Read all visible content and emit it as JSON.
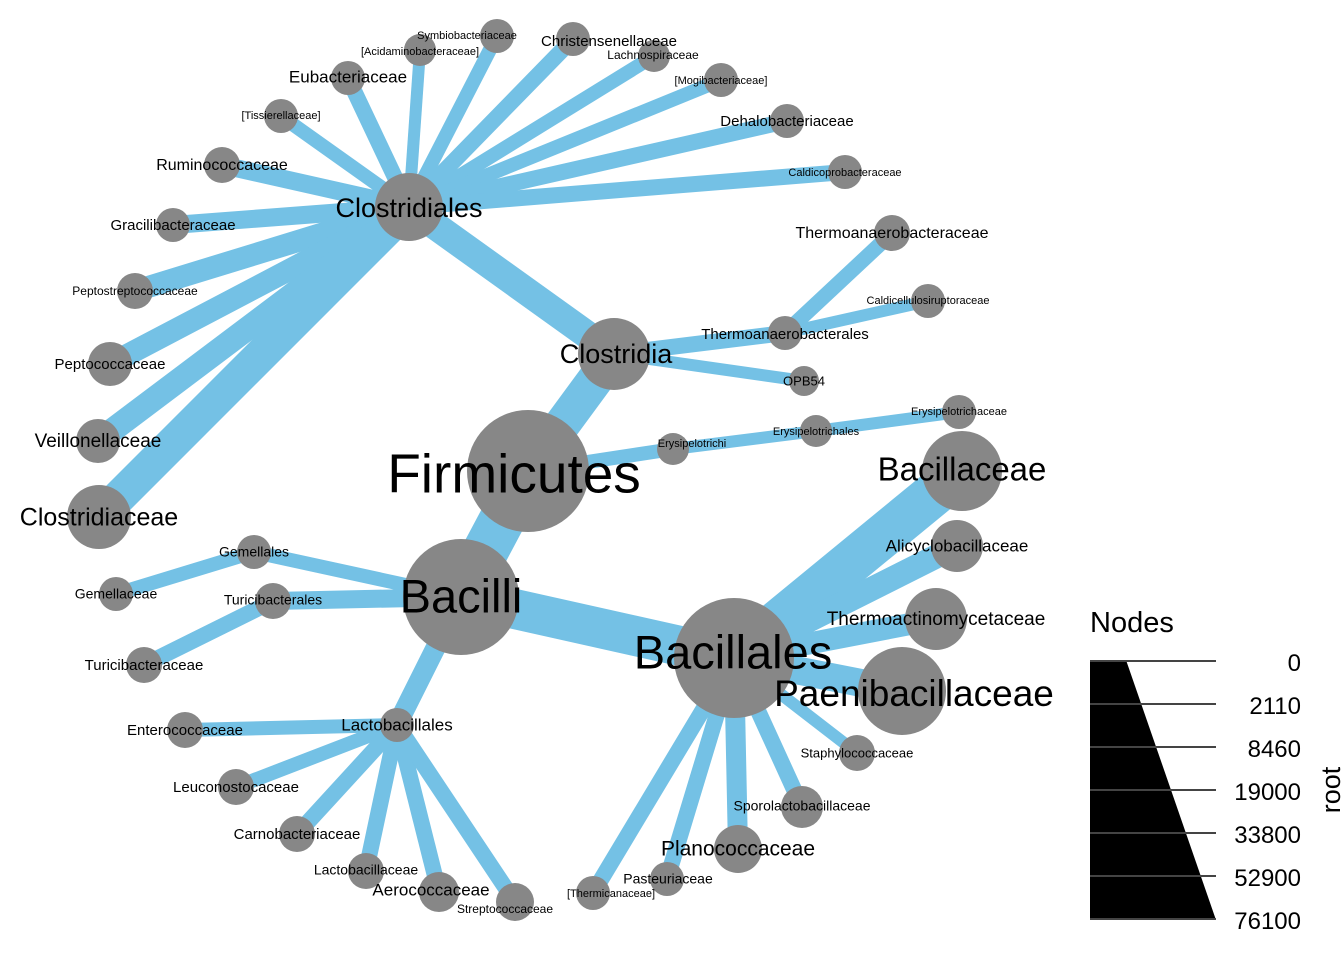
{
  "colors": {
    "edge": "#74c1e5",
    "node": "#878787",
    "text": "#000000",
    "legend_fill": "#000000",
    "legend_tick": "#444444"
  },
  "nodes": [
    {
      "id": "Firmicutes",
      "label": "Firmicutes"
    },
    {
      "id": "Clostridia",
      "label": "Clostridia"
    },
    {
      "id": "Bacilli",
      "label": "Bacilli"
    },
    {
      "id": "Erysipelotrichi",
      "label": "Erysipelotrichi"
    },
    {
      "id": "Clostridiales",
      "label": "Clostridiales"
    },
    {
      "id": "Thermoanaerobacterales",
      "label": "Thermoanaerobacterales"
    },
    {
      "id": "OPB54",
      "label": "OPB54"
    },
    {
      "id": "Erysipelotrichales",
      "label": "Erysipelotrichales"
    },
    {
      "id": "Erysipelotrichaceae",
      "label": "Erysipelotrichaceae"
    },
    {
      "id": "Thermoanaerobacteraceae",
      "label": "Thermoanaerobacteraceae"
    },
    {
      "id": "Caldicellulosiruptoraceae",
      "label": "Caldicellulosiruptoraceae"
    },
    {
      "id": "Eubacteriaceae",
      "label": "Eubacteriaceae"
    },
    {
      "id": "Acidaminobacteraceae",
      "label": "[Acidaminobacteraceae]"
    },
    {
      "id": "Symbiobacteriaceae",
      "label": "Symbiobacteriaceae"
    },
    {
      "id": "Christensenellaceae",
      "label": "Christensenellaceae"
    },
    {
      "id": "Lachnospiraceae",
      "label": "Lachnospiraceae"
    },
    {
      "id": "Mogibacteriaceae",
      "label": "[Mogibacteriaceae]"
    },
    {
      "id": "Dehalobacteriaceae",
      "label": "Dehalobacteriaceae"
    },
    {
      "id": "Caldicoprobacteraceae",
      "label": "Caldicoprobacteraceae"
    },
    {
      "id": "Tissierellaceae",
      "label": "[Tissierellaceae]"
    },
    {
      "id": "Ruminococcaceae",
      "label": "Ruminococcaceae"
    },
    {
      "id": "Gracilibacteraceae",
      "label": "Gracilibacteraceae"
    },
    {
      "id": "Peptostreptococcaceae",
      "label": "Peptostreptococcaceae"
    },
    {
      "id": "Peptococcaceae",
      "label": "Peptococcaceae"
    },
    {
      "id": "Veillonellaceae",
      "label": "Veillonellaceae"
    },
    {
      "id": "Clostridiaceae",
      "label": "Clostridiaceae"
    },
    {
      "id": "Gemellales",
      "label": "Gemellales"
    },
    {
      "id": "Gemellaceae",
      "label": "Gemellaceae"
    },
    {
      "id": "Turicibacterales",
      "label": "Turicibacterales"
    },
    {
      "id": "Turicibacteraceae",
      "label": "Turicibacteraceae"
    },
    {
      "id": "Lactobacillales",
      "label": "Lactobacillales"
    },
    {
      "id": "Enterococcaceae",
      "label": "Enterococcaceae"
    },
    {
      "id": "Leuconostocaceae",
      "label": "Leuconostocaceae"
    },
    {
      "id": "Carnobacteriaceae",
      "label": "Carnobacteriaceae"
    },
    {
      "id": "Lactobacillaceae",
      "label": "Lactobacillaceae"
    },
    {
      "id": "Aerococcaceae",
      "label": "Aerococcaceae"
    },
    {
      "id": "Streptococcaceae",
      "label": "Streptococcaceae"
    },
    {
      "id": "Bacillales",
      "label": "Bacillales"
    },
    {
      "id": "Bacillaceae",
      "label": "Bacillaceae"
    },
    {
      "id": "Alicyclobacillaceae",
      "label": "Alicyclobacillaceae"
    },
    {
      "id": "Thermoactinomycetaceae",
      "label": "Thermoactinomycetaceae"
    },
    {
      "id": "Paenibacillaceae",
      "label": "Paenibacillaceae"
    },
    {
      "id": "Staphylococcaceae",
      "label": "Staphylococcaceae"
    },
    {
      "id": "Sporolactobacillaceae",
      "label": "Sporolactobacillaceae"
    },
    {
      "id": "Planococcaceae",
      "label": "Planococcaceae"
    },
    {
      "id": "Pasteuriaceae",
      "label": "Pasteuriaceae"
    },
    {
      "id": "Thermicanaceae",
      "label": "[Thermicanaceae]"
    }
  ],
  "edges": [
    [
      "Firmicutes",
      "Clostridia"
    ],
    [
      "Firmicutes",
      "Bacilli"
    ],
    [
      "Firmicutes",
      "Erysipelotrichi"
    ],
    [
      "Clostridia",
      "Clostridiales"
    ],
    [
      "Clostridia",
      "Thermoanaerobacterales"
    ],
    [
      "Clostridia",
      "OPB54"
    ],
    [
      "Erysipelotrichi",
      "Erysipelotrichales"
    ],
    [
      "Erysipelotrichales",
      "Erysipelotrichaceae"
    ],
    [
      "Thermoanaerobacterales",
      "Thermoanaerobacteraceae"
    ],
    [
      "Thermoanaerobacterales",
      "Caldicellulosiruptoraceae"
    ],
    [
      "Clostridiales",
      "Eubacteriaceae"
    ],
    [
      "Clostridiales",
      "Acidaminobacteraceae"
    ],
    [
      "Clostridiales",
      "Symbiobacteriaceae"
    ],
    [
      "Clostridiales",
      "Christensenellaceae"
    ],
    [
      "Clostridiales",
      "Lachnospiraceae"
    ],
    [
      "Clostridiales",
      "Mogibacteriaceae"
    ],
    [
      "Clostridiales",
      "Dehalobacteriaceae"
    ],
    [
      "Clostridiales",
      "Caldicoprobacteraceae"
    ],
    [
      "Clostridiales",
      "Tissierellaceae"
    ],
    [
      "Clostridiales",
      "Ruminococcaceae"
    ],
    [
      "Clostridiales",
      "Gracilibacteraceae"
    ],
    [
      "Clostridiales",
      "Peptostreptococcaceae"
    ],
    [
      "Clostridiales",
      "Peptococcaceae"
    ],
    [
      "Clostridiales",
      "Veillonellaceae"
    ],
    [
      "Clostridiales",
      "Clostridiaceae"
    ],
    [
      "Bacilli",
      "Gemellales"
    ],
    [
      "Gemellales",
      "Gemellaceae"
    ],
    [
      "Bacilli",
      "Turicibacterales"
    ],
    [
      "Turicibacterales",
      "Turicibacteraceae"
    ],
    [
      "Bacilli",
      "Lactobacillales"
    ],
    [
      "Lactobacillales",
      "Enterococcaceae"
    ],
    [
      "Lactobacillales",
      "Leuconostocaceae"
    ],
    [
      "Lactobacillales",
      "Carnobacteriaceae"
    ],
    [
      "Lactobacillales",
      "Lactobacillaceae"
    ],
    [
      "Lactobacillales",
      "Aerococcaceae"
    ],
    [
      "Lactobacillales",
      "Streptococcaceae"
    ],
    [
      "Bacilli",
      "Bacillales"
    ],
    [
      "Bacillales",
      "Bacillaceae"
    ],
    [
      "Bacillales",
      "Alicyclobacillaceae"
    ],
    [
      "Bacillales",
      "Thermoactinomycetaceae"
    ],
    [
      "Bacillales",
      "Paenibacillaceae"
    ],
    [
      "Bacillales",
      "Staphylococcaceae"
    ],
    [
      "Bacillales",
      "Sporolactobacillaceae"
    ],
    [
      "Bacillales",
      "Planococcaceae"
    ],
    [
      "Bacillales",
      "Pasteuriaceae"
    ],
    [
      "Bacillales",
      "Thermicanaceae"
    ]
  ],
  "legend": {
    "title": "Nodes",
    "side_label": "root",
    "ticks": [
      "0",
      "2110",
      "8460",
      "19000",
      "33800",
      "52900",
      "76100"
    ]
  }
}
